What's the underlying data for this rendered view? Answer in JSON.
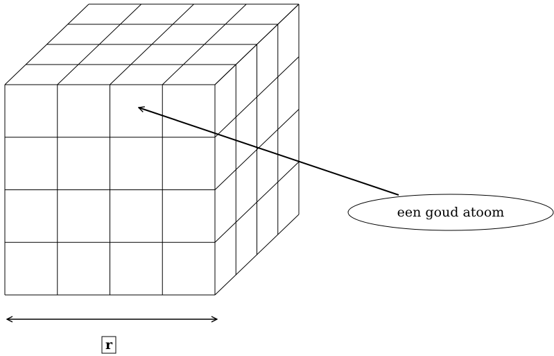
{
  "callout": {
    "text": "een goud atoom"
  },
  "dimension": {
    "label": "r"
  },
  "cube": {
    "grid_columns": 4,
    "grid_rows": 4,
    "depth_layers": 4
  }
}
